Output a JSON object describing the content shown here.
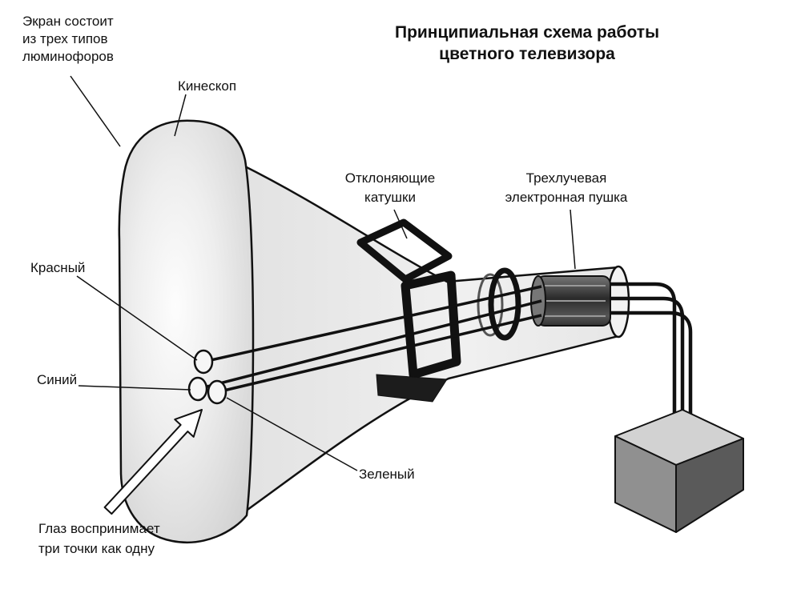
{
  "title": {
    "line1": "Принципиальная схема работы",
    "line2": "цветного телевизора"
  },
  "labels": {
    "screen": [
      "Экран состоит",
      "из трех типов",
      "люминофоров"
    ],
    "kinescope": "Кинескоп",
    "coils": [
      "Отклоняющие",
      "катушки"
    ],
    "gun": [
      "Трехлучевая",
      "электронная пушка"
    ],
    "dot_red": "Красный",
    "dot_blue": "Синий",
    "dot_green": "Зеленый",
    "eye_note": [
      "Глаз воспринимает",
      "три точки как одну"
    ]
  },
  "colors": {
    "background": "#ffffff",
    "ink": "#111111",
    "tube_fill": "#ebebeb",
    "screen_edge": "#d7d7d7",
    "dark_metal": "#3c3c3c",
    "box_top": "#d2d2d2",
    "box_front": "#909090",
    "box_side": "#5a5a5a",
    "dot_fill": "#f6f6f6"
  }
}
